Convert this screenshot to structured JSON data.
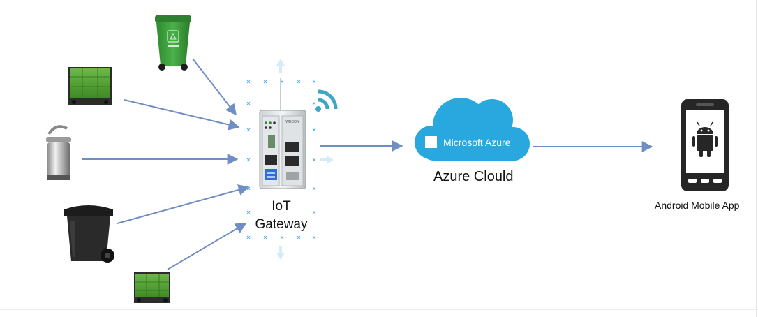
{
  "gateway": {
    "line1": "IoT",
    "line2": "Gateway",
    "brand": "WECON"
  },
  "cloud": {
    "brand_text": "Microsoft Azure",
    "caption": "Azure Clould"
  },
  "app": {
    "caption": "Android Mobile App"
  },
  "colors": {
    "arrow": "#6f8fc4",
    "cloud": "#29a8e0",
    "bin_green": "#3a9a3a",
    "dumpster_green": "#4e9a2e",
    "wifi": "#3ea7c2",
    "phone_body": "#262626",
    "android_green": "#9bc63a"
  },
  "icons": [
    "wheelie-bin-green-icon",
    "dumpster-icon",
    "pedal-bin-steel-icon",
    "wheelie-bin-black-icon",
    "gateway-device-icon",
    "wifi-icon",
    "cloud-icon",
    "windows-logo-icon",
    "phone-icon",
    "android-robot-icon"
  ]
}
